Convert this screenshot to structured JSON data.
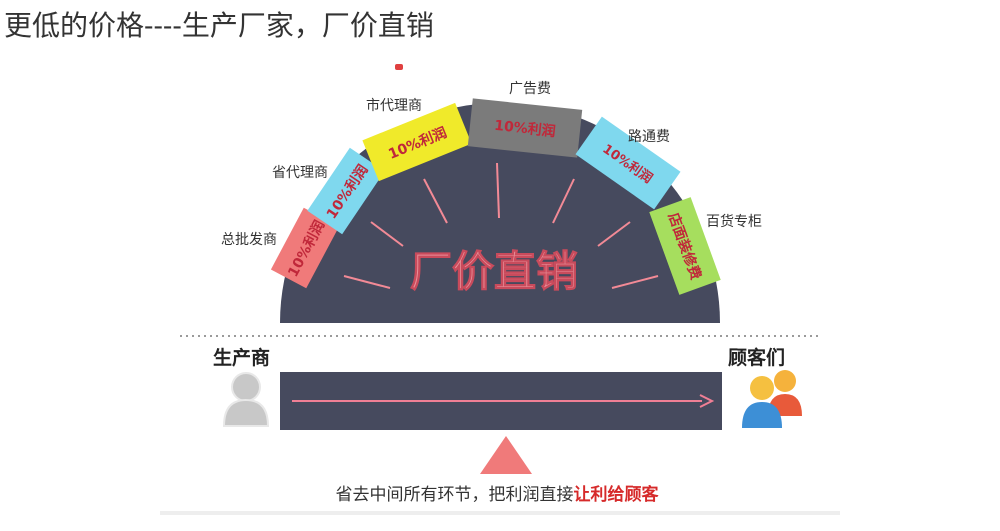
{
  "title": "更低的价格----生产厂家，厂价直销",
  "center_label": "厂价直销",
  "segments": [
    {
      "layer": "总批发商",
      "tag": "10%利润"
    },
    {
      "layer": "省代理商",
      "tag": "10%利润"
    },
    {
      "layer": "市代理商",
      "tag": "10%利润"
    },
    {
      "layer": "广告费",
      "tag": "10%利润"
    },
    {
      "layer": "路通费",
      "tag": "10%利润"
    },
    {
      "layer": "百货专柜",
      "tag": "店面装修费"
    }
  ],
  "producer_label": "生产商",
  "customers_label": "顾客们",
  "bottom_caption_part1": "省去中间所有环节，把利润直接",
  "bottom_caption_part2": "让利给顾客",
  "colors": {
    "dark": "#464a5e",
    "red": "#f07a7a",
    "cyan": "#7fd8ee",
    "yellow": "#f0ea2a",
    "gray": "#7b7b7b",
    "green": "#a6de5e",
    "tag_text": "#c0283a",
    "accent_red": "#d62a2a",
    "arrow": "#f07f95"
  }
}
